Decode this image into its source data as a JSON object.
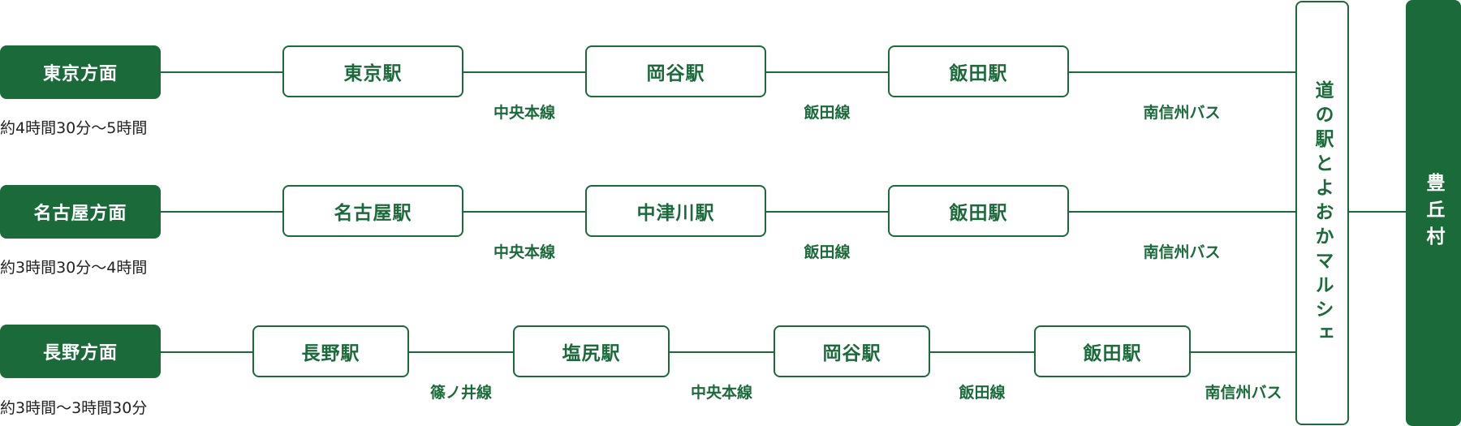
{
  "routes": [
    {
      "origin": "東京方面",
      "duration": "約4時間30分～5時間",
      "stations": [
        "東京駅",
        "岡谷駅",
        "飯田駅"
      ],
      "lines": [
        "中央本線",
        "飯田線",
        "南信州バス"
      ]
    },
    {
      "origin": "名古屋方面",
      "duration": "約3時間30分～4時間",
      "stations": [
        "名古屋駅",
        "中津川駅",
        "飯田駅"
      ],
      "lines": [
        "中央本線",
        "飯田線",
        "南信州バス"
      ]
    },
    {
      "origin": "長野方面",
      "duration": "約3時間～3時間30分",
      "stations": [
        "長野駅",
        "塩尻駅",
        "岡谷駅",
        "飯田駅"
      ],
      "lines": [
        "篠ノ井線",
        "中央本線",
        "飯田線",
        "南信州バス"
      ]
    }
  ],
  "transfer_point": "道の駅とよおかマルシェ",
  "destination": "豊丘村",
  "colors": {
    "accent": "#1b6b3a",
    "text": "#222222",
    "background": "#ffffff"
  }
}
